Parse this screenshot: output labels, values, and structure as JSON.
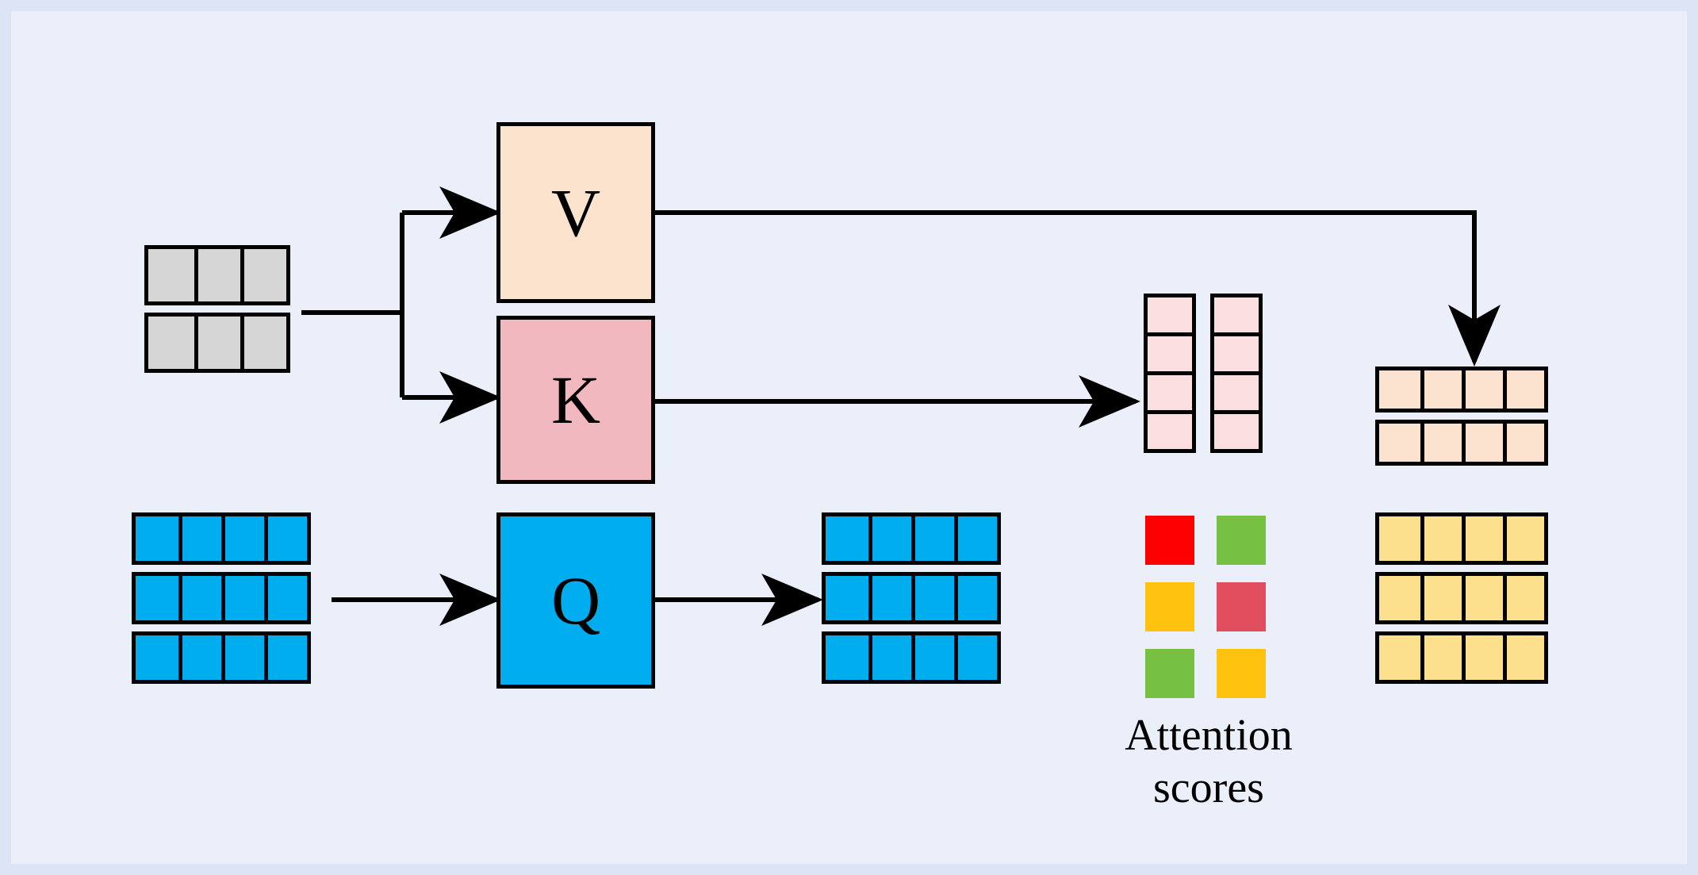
{
  "figure": {
    "title": "Self-attention Q K V diagram",
    "background_color": "#eaeffa",
    "border_color": "#dde4f6",
    "stroke_color": "#000000"
  },
  "palette": {
    "gray": "#d6d6d6",
    "blue": "#00aeef",
    "value_peach": "#fbe3cd",
    "key_pink": "#f2b8c0",
    "score_pink": "#fadee0",
    "output_peach": "#fce3d0",
    "output_yellow": "#fce08d",
    "red": "#ff0000",
    "green": "#76c043",
    "gold": "#ffc20e",
    "rose": "#e04e5e"
  },
  "blocks": {
    "value": {
      "label": "V",
      "fill": "#fbe3cd"
    },
    "key": {
      "label": "K",
      "fill": "#f2b8c0"
    },
    "query": {
      "label": "Q",
      "fill": "#00aeef"
    }
  },
  "matrices": {
    "context_input": {
      "name": "context-input-matrix",
      "rows": 2,
      "cols": 3,
      "fill": "#d6d6d6"
    },
    "query_input": {
      "name": "query-input-matrix",
      "rows": 3,
      "cols": 4,
      "fill": "#00aeef"
    },
    "query_output": {
      "name": "query-output-matrix",
      "rows": 3,
      "cols": 4,
      "fill": "#00aeef"
    },
    "key_output": {
      "name": "key-output-columns",
      "rows": 4,
      "cols": 1,
      "columns": 2,
      "fill": "#fadee0"
    },
    "value_output": {
      "name": "value-output-matrix",
      "rows": 2,
      "cols": 4,
      "fill": "#fce3d0"
    },
    "attention_output": {
      "name": "attention-output-matrix",
      "rows": 3,
      "cols": 4,
      "fill": "#fce08d"
    }
  },
  "attention_scores": {
    "caption": "Attention\nscores",
    "rows": 3,
    "cols": 2,
    "colors": [
      [
        "#ff0000",
        "#76c043"
      ],
      [
        "#ffc20e",
        "#e04e5e"
      ],
      [
        "#76c043",
        "#ffc20e"
      ]
    ]
  },
  "connections": [
    {
      "name": "context-to-split",
      "from": "context-input-matrix",
      "to": "split-node"
    },
    {
      "name": "split-to-value",
      "from": "split-node",
      "to": "value-block"
    },
    {
      "name": "split-to-key",
      "from": "split-node",
      "to": "key-block"
    },
    {
      "name": "value-to-value-output",
      "from": "value-block",
      "to": "value-output-matrix"
    },
    {
      "name": "key-to-key-output",
      "from": "key-block",
      "to": "key-output-columns"
    },
    {
      "name": "query-input-to-query",
      "from": "query-input-matrix",
      "to": "query-block"
    },
    {
      "name": "query-to-query-output",
      "from": "query-block",
      "to": "query-output-matrix"
    }
  ]
}
